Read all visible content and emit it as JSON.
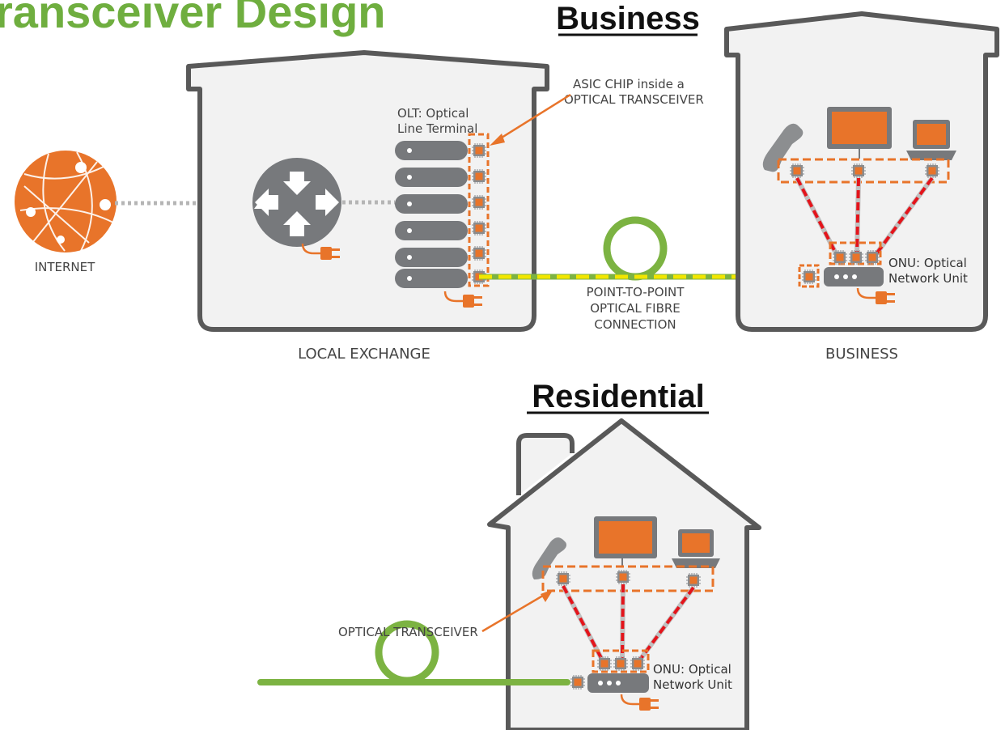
{
  "colors": {
    "title_green": "#6FAE3F",
    "orange": "#E8742A",
    "red_dash": "#E4141B",
    "gray": "#77797C",
    "outline": "#595959",
    "fibre_green": "#7CB342",
    "yellow": "#F2E600"
  },
  "page_title": "ransceiver Design",
  "sections": {
    "business_heading": "Business",
    "residential_heading": "Residential"
  },
  "internet": {
    "label": "INTERNET",
    "icon": "globe-network-icon"
  },
  "exchange": {
    "label": "LOCAL EXCHANGE",
    "olt_line1": "OLT: Optical",
    "olt_line2": "Line Terminal",
    "asic_line1": "ASIC CHIP inside a",
    "asic_line2": "OPTICAL TRANSCEIVER"
  },
  "connection": {
    "line1": "POINT-TO-POINT",
    "line2": "OPTICAL FIBRE",
    "line3": "CONNECTION"
  },
  "business": {
    "label": "BUSINESS",
    "onu_line1": "ONU: Optical",
    "onu_line2": "Network Unit"
  },
  "residential": {
    "transceiver_label": "OPTICAL TRANSCEIVER",
    "onu_line1": "ONU: Optical",
    "onu_line2": "Network Unit"
  }
}
